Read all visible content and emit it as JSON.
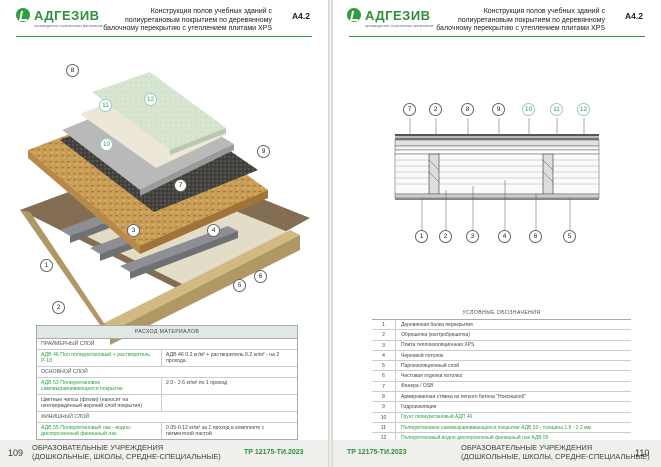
{
  "brand": {
    "name": "АДГЕЗИВ",
    "tagline": "производитель строительных материалов",
    "green": "#2f9e41"
  },
  "title": "Конструкция полов учебных зданий с полиуретановым покрытием по деревянному балочному перекрытию с утеплением плитами XPS",
  "code": "А4.2",
  "left_page": {
    "page_number": "109",
    "callouts": [
      "8",
      "11",
      "12",
      "10",
      "9",
      "7",
      "3",
      "4",
      "1",
      "5",
      "6",
      "2"
    ],
    "materials": {
      "header": "РАСХОД МАТЕРИАЛОВ",
      "sections": [
        {
          "title": "ПРАЙМЕРНЫЙ СЛОЙ",
          "rows": [
            {
              "material": "АДВ 46 Пол полиуретановый + растворитель Р-18",
              "consumption": "АДВ 46 0.2 кг/м² + растворитель 0.2 кг/м² - на 2 прохода"
            }
          ]
        },
        {
          "title": "ОСНОВНОЙ СЛОЙ",
          "rows": [
            {
              "material": "АДВ 53 Полиуретановое самовыравнивающееся покрытие",
              "consumption": "2.0 - 2.6 кг/м² по 1 проход"
            },
            {
              "material": "Цветные чипсы (флоки) (наносят на неотверждённый верхний слой покрытия)",
              "consumption": ""
            }
          ]
        },
        {
          "title": "ФИНИШНЫЙ СЛОЙ",
          "rows": [
            {
              "material": "АДВ 55 Полиуретановый лак - водно-дисперсионный финишный лак",
              "consumption": "0.05-0.12 кг/м² за 1 проход в комплекте с пигментной пастой"
            }
          ]
        }
      ]
    }
  },
  "right_page": {
    "page_number": "110",
    "section_top_labels": [
      "7",
      "2",
      "8",
      "9",
      "10",
      "11",
      "12"
    ],
    "section_bottom_labels": [
      "1",
      "2",
      "3",
      "4",
      "6",
      "5"
    ],
    "legend": {
      "header": "УСЛОВНЫЕ ОБОЗНАЧЕНИЯ",
      "items": [
        {
          "n": "1",
          "text": "Деревянная балка перекрытия"
        },
        {
          "n": "2",
          "text": "Обрешетка (контробрешетка)"
        },
        {
          "n": "3",
          "text": "Плита теплоизоляционная XPS"
        },
        {
          "n": "4",
          "text": "Черновой потолок"
        },
        {
          "n": "5",
          "text": "Пароизоляционный слой"
        },
        {
          "n": "6",
          "text": "Чистовая отделка потолка"
        },
        {
          "n": "7",
          "text": "Фанера / OSB"
        },
        {
          "n": "8",
          "text": "Армированная стяжка из легкого бетона \"Ноксишпоб\""
        },
        {
          "n": "9",
          "text": "Гидроизоляция"
        },
        {
          "n": "10",
          "text": "Грунт полиуретановый АДП 46"
        },
        {
          "n": "11",
          "text": "Полиуретановое самовыравнивающееся покрытие АДВ 53 - толщина 1.8 - 2.2 мм"
        },
        {
          "n": "12",
          "text": "Полиуретановый водно-дисперсионный финишный лак АДВ 55"
        }
      ]
    }
  },
  "footer": {
    "tr": "ТР 12175-ТИ.2023",
    "org_line1": "ОБРАЗОВАТЕЛЬНЫЕ УЧРЕЖДЕНИЯ",
    "org_line2": "(ДОШКОЛЬНЫЕ, ШКОЛЫ, СРЕДНЕ-СПЕЦИАЛЬНЫЕ)"
  }
}
